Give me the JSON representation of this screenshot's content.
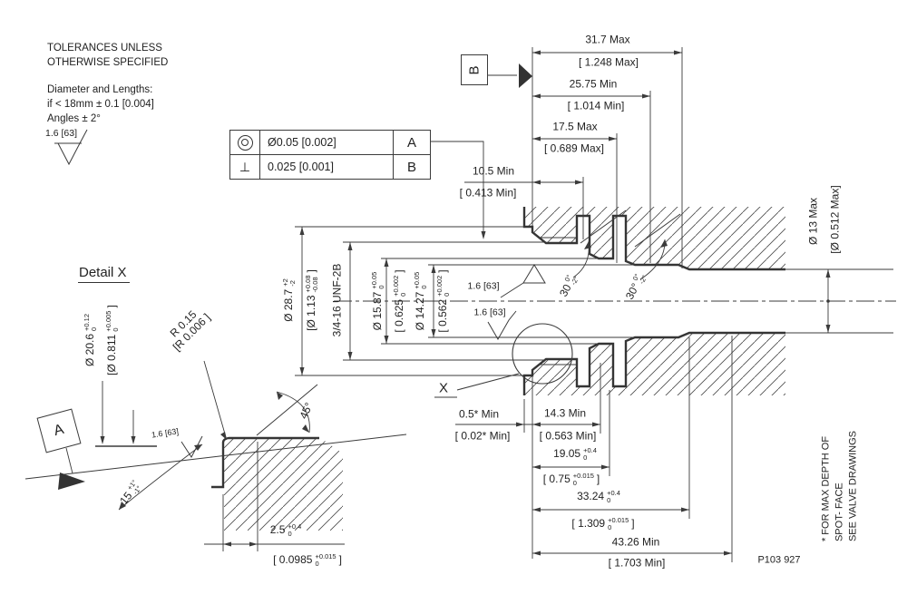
{
  "drawing": {
    "tolerance_block": {
      "line1": "TOLERANCES UNLESS",
      "line2": "OTHERWISE SPECIFIED",
      "line3": "Diameter and Lengths:",
      "line4": "if < 18mm ± 0.1 [0.004]",
      "line5": "Angles ± 2°"
    },
    "general_finish": "1.6 [63]",
    "finish_spec": "1.6 [63]",
    "fcf": {
      "row1": {
        "symbol": "concentricity",
        "value": "Ø0.05  [0.002]",
        "datum": "A"
      },
      "row2": {
        "symbol": "perpendicularity",
        "value": "0.025  [0.001]",
        "datum": "B"
      }
    },
    "datum_a": "A",
    "datum_b": "B",
    "detail_title": "Detail X",
    "detail_marker": "X",
    "thread": "3/4-16 UNF-2B",
    "doc_number": "P103 927",
    "footnote": {
      "line1": "* FOR MAX DEPTH OF",
      "line2": "SPOT- FACE",
      "line3": "SEE VALVE DRAWINGS"
    },
    "dims": {
      "len_31_7": {
        "mm": "31.7 Max",
        "inch": "[ 1.248 Max]"
      },
      "len_25_75": {
        "mm": "25.75 Min",
        "inch": "[ 1.014 Min]"
      },
      "len_17_5": {
        "mm": "17.5 Max",
        "inch": "[ 0.689 Max]"
      },
      "len_10_5": {
        "mm": "10.5 Min",
        "inch": "[ 0.413 Min]"
      },
      "dia_13": {
        "mm": "Ø 13 Max",
        "inch": "[Ø 0.512 Max]"
      },
      "dia_28_7": {
        "mm": "Ø 28.7",
        "mm_up": "+2",
        "mm_lo": "-2",
        "inch": "[Ø 1.13",
        "inch_up": "+0.08",
        "inch_lo": "-0.08",
        "inch_close": "]"
      },
      "dia_15_87": {
        "mm": "Ø 15.87",
        "mm_up": "+0.05",
        "mm_lo": "0",
        "inch": "[ 0.625",
        "inch_up": "+0.002",
        "inch_lo": "0",
        "inch_close": "]"
      },
      "dia_14_27": {
        "mm": "Ø 14.27",
        "mm_up": "+0.05",
        "mm_lo": "0",
        "inch": "[ 0.562",
        "inch_up": "+0.002",
        "inch_lo": "0",
        "inch_close": "]"
      },
      "spotface_0_5": {
        "mm": "0.5* Min",
        "inch": "[ 0.02* Min]"
      },
      "len_14_3": {
        "mm": "14.3 Min",
        "inch": "[ 0.563 Min]"
      },
      "len_19_05": {
        "mm": "19.05",
        "mm_up": "+0.4",
        "mm_lo": "0",
        "inch": "[ 0.75",
        "inch_up": "+0.015",
        "inch_lo": "0",
        "inch_close": "]"
      },
      "len_33_24": {
        "mm": "33.24",
        "mm_up": "+0.4",
        "mm_lo": "0",
        "inch": "[ 1.309",
        "inch_up": "+0.015",
        "inch_lo": "0",
        "inch_close": "]"
      },
      "len_43_26": {
        "mm": "43.26 Min",
        "inch": "[ 1.703 Min]"
      },
      "dia_20_6": {
        "mm": "Ø 20.6",
        "mm_up": "+0.12",
        "mm_lo": "0",
        "inch": "[Ø 0.811",
        "inch_up": "+0.005",
        "inch_lo": "0",
        "inch_close": "]"
      },
      "depth_2_5": {
        "mm": "2.5",
        "mm_up": "+0.4",
        "mm_lo": "0",
        "inch": "[ 0.0985",
        "inch_up": "+0.015",
        "inch_lo": "0",
        "inch_close": "]"
      },
      "radius_0_15": {
        "mm": "R 0.15",
        "inch": "[R 0.006 ]"
      },
      "angle_30_a": {
        "deg": "30",
        "up": "0°",
        "lo": "-2°"
      },
      "angle_30_b": {
        "deg": "30°",
        "up": "0°",
        "lo": "-2°"
      },
      "angle_45": {
        "deg": "45°"
      },
      "angle_15": {
        "deg": "15",
        "up": "+1°",
        "lo": "-1°"
      }
    }
  }
}
